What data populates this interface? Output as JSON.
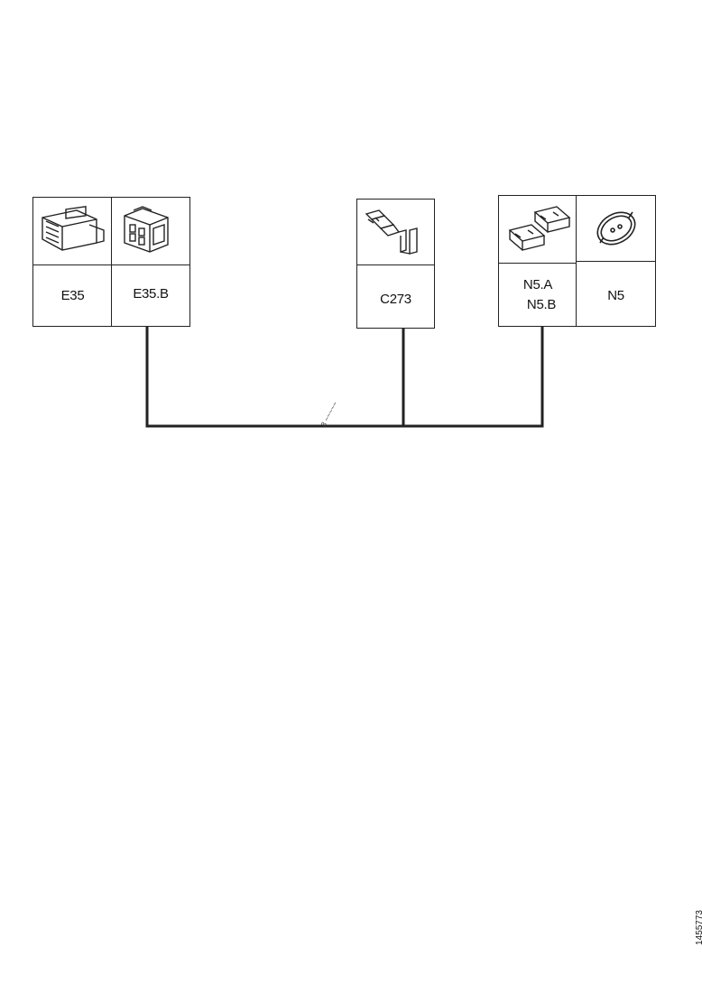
{
  "connectors": {
    "e35": {
      "label": "E35"
    },
    "e35b": {
      "label": "E35.B"
    },
    "c273": {
      "label": "C273"
    },
    "n5ab": {
      "label_a": "N5.A",
      "label_b": "N5.B"
    },
    "n5": {
      "label": "N5"
    }
  },
  "wire_note": "3 ~~~~~",
  "reference_number": "1455773",
  "icons": [
    "ecu-connector-icon",
    "multi-pin-connector-icon",
    "terminal-pin-icon",
    "twin-plug-icon",
    "round-connector-icon"
  ],
  "colors": {
    "line": "#222222",
    "background": "#ffffff"
  }
}
